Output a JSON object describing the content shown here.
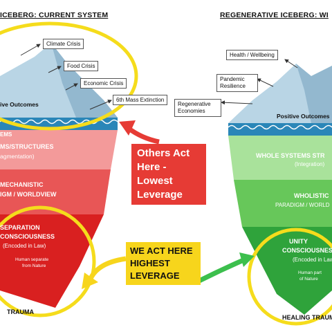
{
  "titles": {
    "left": "ICEBERG: CURRENT SYSTEM",
    "right": "REGENERATIVE ICEBERG: WI"
  },
  "left_iceberg": {
    "tip_label": "ive Outcomes",
    "crises": [
      "Climate Crisis",
      "Food Crisis",
      "Economic Crisis",
      "6th Mass Extinction"
    ],
    "layer1": {
      "title": "MS/STRUCTURES",
      "sub": "agmentation)",
      "cut_top": "EMS"
    },
    "layer2": {
      "title": "MECHANISTIC",
      "sub": "IGM / WORLDVIEW"
    },
    "layer3": {
      "title": "SEPARATION",
      "sub": "CONSCIOUSNESS",
      "sub2": "(Encoded in Law)",
      "note1": "Human separate",
      "note2": "from Nature"
    },
    "base_label": "TRAUMA"
  },
  "right_iceberg": {
    "outcomes": [
      "Health / Wellbeing",
      "Pandemic",
      "Resilience",
      "Regenerative",
      "Economies"
    ],
    "tip_label": "Positive Outcomes",
    "layer1": {
      "title": "WHOLE SYSTEMS STR",
      "sub": "(Integration)"
    },
    "layer2": {
      "title": "WHOLISTIC",
      "sub": "PARADIGM / WORLD"
    },
    "layer3": {
      "title": "UNITY",
      "sub": "CONSCIOUSNES",
      "sub2": "(Encoded in Law",
      "note1": "Human part",
      "note2": "of Nature"
    },
    "base_label": "HEALING TRAUM"
  },
  "callouts": {
    "others": [
      "Others Act",
      "Here -",
      "Lowest",
      "Leverage"
    ],
    "we": [
      "WE ACT HERE",
      "HIGHEST",
      "LEVERAGE"
    ]
  },
  "colors": {
    "ice": "#b9d5e5",
    "water": "#2a86b8",
    "red_top": "#f39a9a",
    "red_mid": "#e85656",
    "red_bottom": "#d92020",
    "green_top": "#a9e29b",
    "green_mid": "#67c75a",
    "green_bottom": "#2fa33b",
    "yellow_ring": "#f5dc1c",
    "callout_red": "#e63b35",
    "callout_yellow": "#f7d51c",
    "arrow_green": "#3cbf4d"
  }
}
